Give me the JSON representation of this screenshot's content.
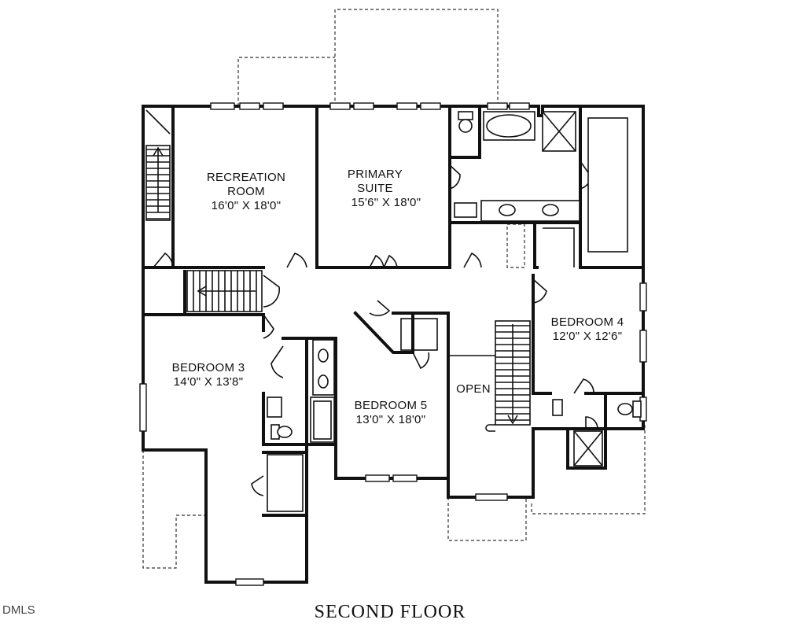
{
  "plan": {
    "caption": "SECOND FLOOR",
    "watermark": "DMLS",
    "rooms": {
      "recreation": {
        "name_line1": "RECREATION",
        "name_line2": "ROOM",
        "size": "16'0\" X 18'0\""
      },
      "primary": {
        "name_line1": "PRIMARY",
        "name_line2": "SUITE",
        "size": "15'6\" X 18'0\""
      },
      "bedroom4": {
        "name": "BEDROOM 4",
        "size": "12'0\" X 12'6\""
      },
      "bedroom3": {
        "name": "BEDROOM 3",
        "size": "14'0\" X 13'8\""
      },
      "bedroom5": {
        "name": "BEDROOM 5",
        "size": "13'0\" X 18'0\""
      },
      "open": {
        "name": "OPEN"
      }
    },
    "icons": [
      "stair-arrow-icon",
      "door-swing-icon",
      "toilet-icon",
      "bathtub-icon",
      "shower-icon",
      "sink-icon",
      "window-icon"
    ]
  }
}
